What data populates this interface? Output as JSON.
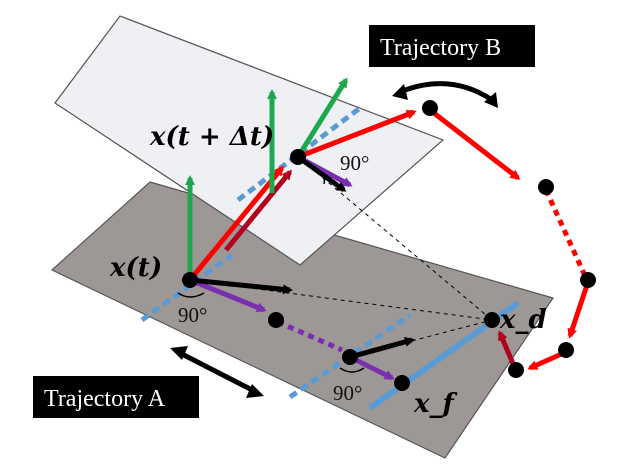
{
  "labels": {
    "trajectory_a": "Trajectory A",
    "trajectory_b": "Trajectory B",
    "x_t": "x(t)",
    "x_t_dt": "x(t + Δt)",
    "x_d": "x_d",
    "x_f": "x_f",
    "angle_top": "90°",
    "angle_left": "90°",
    "angle_bottom": "90°"
  },
  "colors": {
    "lower_plane": "#9d9895",
    "upper_plane": "#eef0f4",
    "red_path": "#ff0000",
    "dark_red_arrow": "#b0001e",
    "green_arrow": "#1ca84c",
    "purple_arrow": "#7a2fb0",
    "blue_line": "#5b9bd5",
    "black": "#000000"
  }
}
